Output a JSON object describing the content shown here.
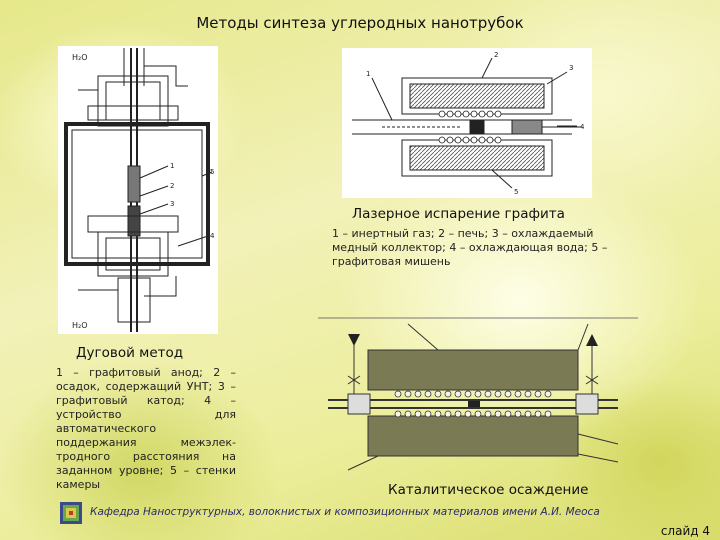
{
  "slide_title": "Методы синтеза углеродных нанотрубок",
  "laser": {
    "heading": "Лазерное испарение графита",
    "caption": "1 – инертный газ; 2 – печь; 3 – охлаждаемый медный коллектор; 4 – охлаждающая вода; 5 – графитовая мишень",
    "num_labels": [
      "1",
      "2",
      "3",
      "4",
      "5"
    ]
  },
  "arc": {
    "heading": "Дуговой метод",
    "caption": "1 – графитовый анод; 2 – осадок, содержащий УНТ; 3 – графитовый катод; 4 – устройство для автоматического поддержания межэлек-тродного расстояния на заданном уровне; 5 – стенки камеры",
    "label_top": "H₂O",
    "label_bottom": "H₂O",
    "num_labels": [
      "1",
      "2",
      "3",
      "4",
      "5"
    ]
  },
  "cvd": {
    "heading": "Каталитическое осаждение"
  },
  "footer": {
    "department": "Кафедра Наноструктурных, волокнистых и композиционных материалов имени А.И. Меоса",
    "slide_label": "слайд 4"
  }
}
